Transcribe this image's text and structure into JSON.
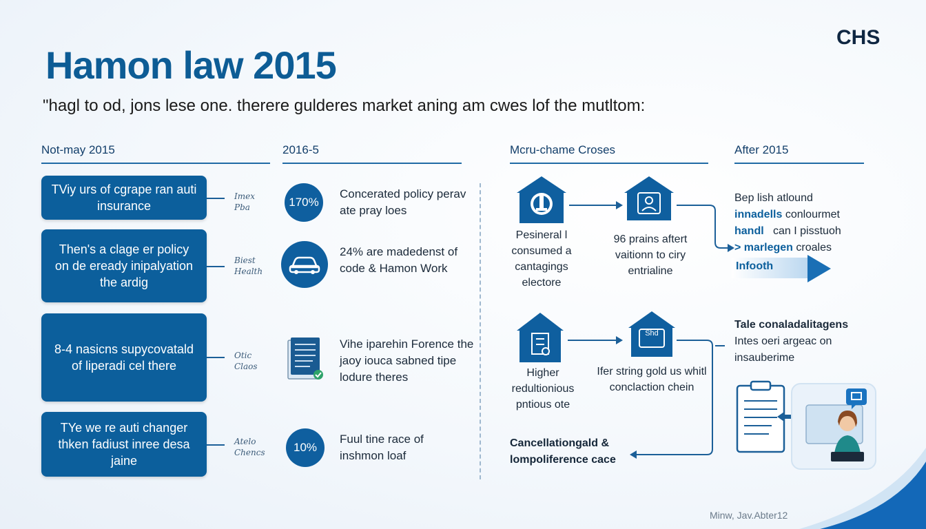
{
  "header": {
    "title": "Hamon law 2015",
    "brand": "CHS",
    "subtitle": "\"hagl to od, jons lese one. therere gulderes market aning am cwes lof the mutltom:"
  },
  "columns": {
    "c1": "Not-may 2015",
    "c2": "2016-5",
    "c3": "Mcru-chame Croses",
    "c4": "After 2015"
  },
  "left_boxes": [
    {
      "text": "TViy urs of cgrape ran auti insurance",
      "tag": "Imex Pba"
    },
    {
      "text": "Then's a clage er policy on de eready inipalyation the ardig",
      "tag": "Biest Health"
    },
    {
      "text": "8-4 nasicns supycovatald of liperadi cel there",
      "tag": "Otic Claos"
    },
    {
      "text": "TYe we re auti changer thken fadiust inree desa jaine",
      "tag": "Atelo Chencs"
    }
  ],
  "mid_items": [
    {
      "badge": "170%",
      "text": "Concerated policy perav ate pray loes"
    },
    {
      "badge": "car-icon",
      "text": "24% are madedenst of code & Hamon Work"
    },
    {
      "badge": "document-icon",
      "text": "Vihe iparehin Forence the jaoy iouca sabned tipe lodure theres"
    },
    {
      "badge": "10%",
      "text": "Fuul tine race of inshmon loaf"
    }
  ],
  "flow": {
    "top_left_label": "Pesineral l consumed a cantagings electore",
    "top_right_label": "96 prains aftert vaitionn to ciry entrialine",
    "bottom_left_label": "Higher redultionious pntious ote",
    "bottom_right_label": "Ifer string gold us whitl conclaction chein",
    "house_badge": "Shd",
    "bottom_caption": "Cancellationgald & lompoliference cace"
  },
  "after": {
    "line1": "Bep lish atlound",
    "line2a": "innadells",
    "line2b": "conlourmet",
    "line3a": "handl",
    "line3b": "can I pisstuoh",
    "line4a": "> marlegen",
    "line4b": "croales",
    "line5": "Infooth",
    "block2_title": "Tale conaladalitagens",
    "block2_line1": "Intes oeri argeac on",
    "block2_line2": "insauberime"
  },
  "footer": {
    "credit": "Minw, Jav.Abter12"
  },
  "colors": {
    "primary": "#0c5f9c",
    "dark": "#0f2742",
    "accent_light": "#bcd8f0"
  }
}
